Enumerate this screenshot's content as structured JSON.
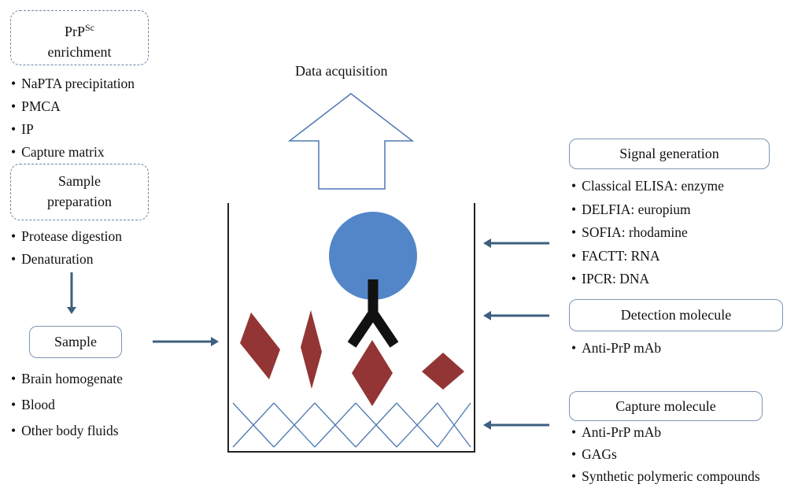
{
  "prpsc_enrichment": {
    "title_main": "PrP",
    "title_sup": "Sc",
    "title_line2": "enrichment",
    "items": [
      "NaPTA precipitation",
      "PMCA",
      "IP",
      "Capture matrix"
    ]
  },
  "sample_preparation": {
    "line1": "Sample",
    "line2": "preparation",
    "items": [
      "Protease digestion",
      "Denaturation"
    ]
  },
  "sample": {
    "label": "Sample",
    "items": [
      "Brain homogenate",
      "Blood",
      "Other body fluids"
    ]
  },
  "data_acquisition": "Data acquisition",
  "signal_generation": {
    "label": "Signal generation",
    "items": [
      "Classical ELISA: enzyme",
      "DELFIA: europium",
      "SOFIA: rhodamine",
      "FACTT: RNA",
      "IPCR: DNA"
    ]
  },
  "detection_molecule": {
    "label": "Detection molecule",
    "items": [
      "Anti-PrP mAb"
    ]
  },
  "capture_molecule": {
    "label": "Capture molecule",
    "items": [
      "Anti-PrP mAb",
      "GAGs",
      "Synthetic polymeric compounds"
    ]
  },
  "colors": {
    "arrow": "#3d5f80",
    "circle": "#5286c8",
    "prion": "#933535",
    "antibody": "#111111",
    "mesh": "#4f79b3",
    "box_border": "#7d95b3"
  }
}
